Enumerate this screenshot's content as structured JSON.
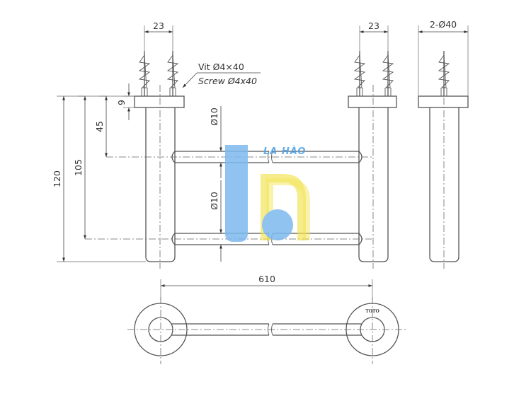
{
  "dimensions": {
    "left_anchor_spacing": "23",
    "right_anchor_spacing": "23",
    "side_diameter": "2-Ø40",
    "h9": "9",
    "h45": "45",
    "h105": "105",
    "h120": "120",
    "bar_top_dia": "Ø10",
    "bar_bottom_dia": "Ø10",
    "length_610": "610"
  },
  "annotations": {
    "vit": "Vit Ø4×40",
    "screw": "Screw Ø4x40"
  },
  "brand": "TOTO",
  "watermark": {
    "text": "LA HÀO",
    "colors": {
      "blue": "#4a9fe6",
      "yellow": "#f3e24a"
    }
  }
}
